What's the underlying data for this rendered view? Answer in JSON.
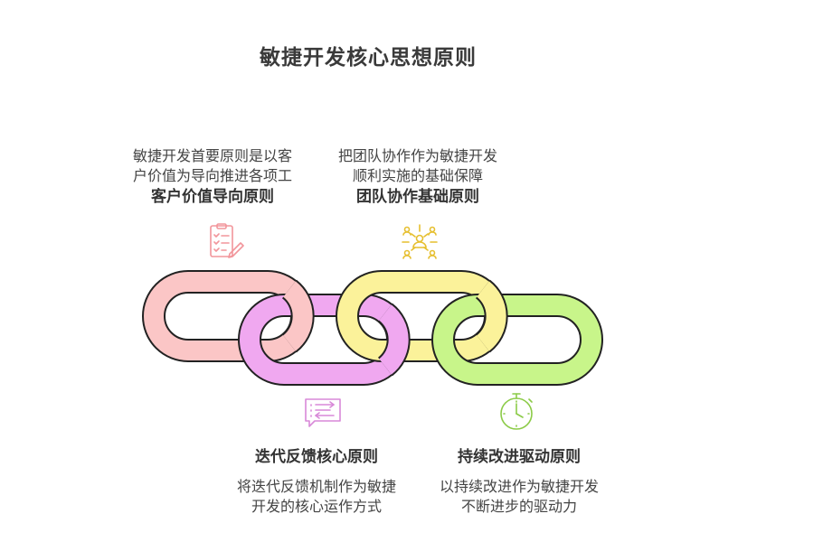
{
  "title": "敏捷开发核心思想原则",
  "principles": [
    {
      "heading": "客户价值导向原则",
      "description_line1": "敏捷开发首要原则是以客",
      "description_line2": "户价值为导向推进各项工",
      "icon": "checklist-pencil-icon",
      "color": "#f7a1a5"
    },
    {
      "heading": "团队协作基础原则",
      "description_line1": "把团队协作作为敏捷开发",
      "description_line2": "顺利实施的基础保障",
      "icon": "team-network-icon",
      "color": "#e8c53a"
    },
    {
      "heading": "迭代反馈核心原则",
      "description_line1": "将迭代反馈机制作为敏捷",
      "description_line2": "开发的核心运作方式",
      "icon": "feedback-chat-icon",
      "color": "#d98ad9"
    },
    {
      "heading": "持续改进驱动原则",
      "description_line1": "以持续改进作为敏捷开发",
      "description_line2": "不断进步的驱动力",
      "icon": "stopwatch-icon",
      "color": "#8fcf4a"
    }
  ]
}
